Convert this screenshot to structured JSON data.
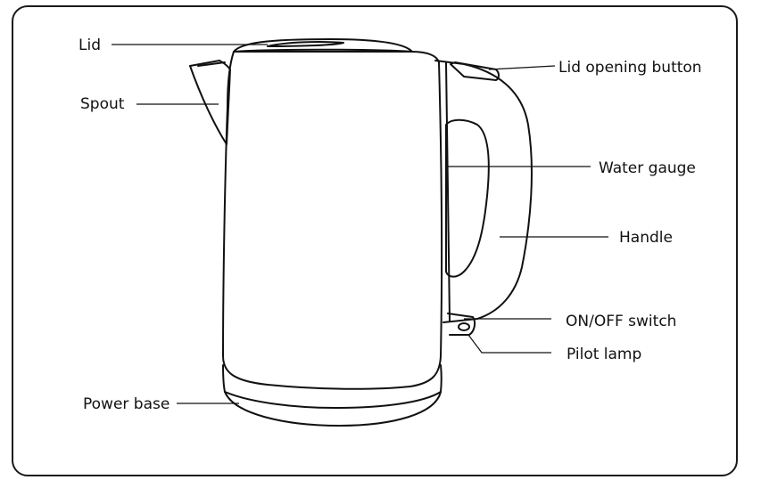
{
  "labels": {
    "lid": "Lid",
    "spout": "Spout",
    "power_base": "Power base",
    "lid_opening_button": "Lid opening button",
    "water_gauge": "Water gauge",
    "handle": "Handle",
    "on_off_switch": "ON/OFF switch",
    "pilot_lamp": "Pilot lamp"
  }
}
